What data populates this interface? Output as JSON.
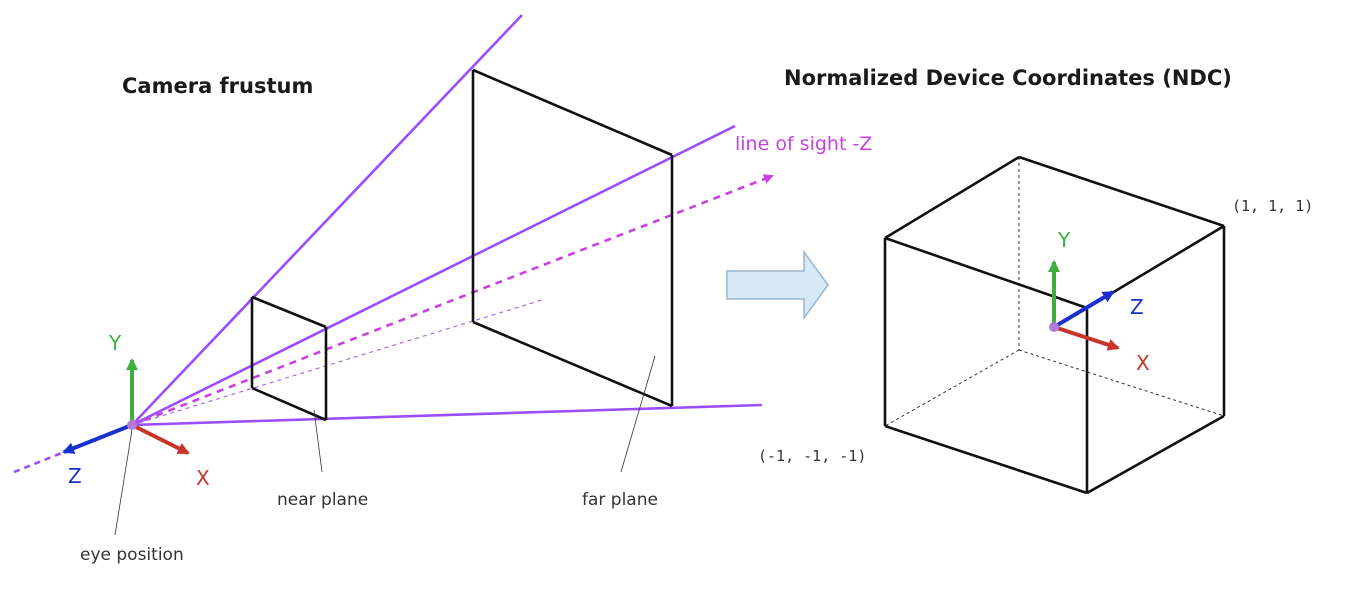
{
  "left": {
    "title": "Camera frustum",
    "line_of_sight_label": "line of sight -Z",
    "near_plane_label": "near plane",
    "far_plane_label": "far plane",
    "eye_position_label": "eye position",
    "axes": {
      "y": "Y",
      "z": "Z",
      "x": "X"
    }
  },
  "right": {
    "title": "Normalized Device Coordinates (NDC)",
    "corner_max": "(1, 1, 1)",
    "corner_min": "(-1, -1, -1)",
    "axes": {
      "y": "Y",
      "z": "Z",
      "x": "X"
    }
  },
  "colors": {
    "frustum": "#9b4dff",
    "line_of_sight": "#c742e0",
    "axis_y": "#3fae3f",
    "axis_z": "#1a2fcc",
    "axis_x": "#c9342a",
    "origin": "#b07ad6",
    "arrow_fill": "#d7e8f6",
    "arrow_stroke": "#9ab6cc"
  }
}
